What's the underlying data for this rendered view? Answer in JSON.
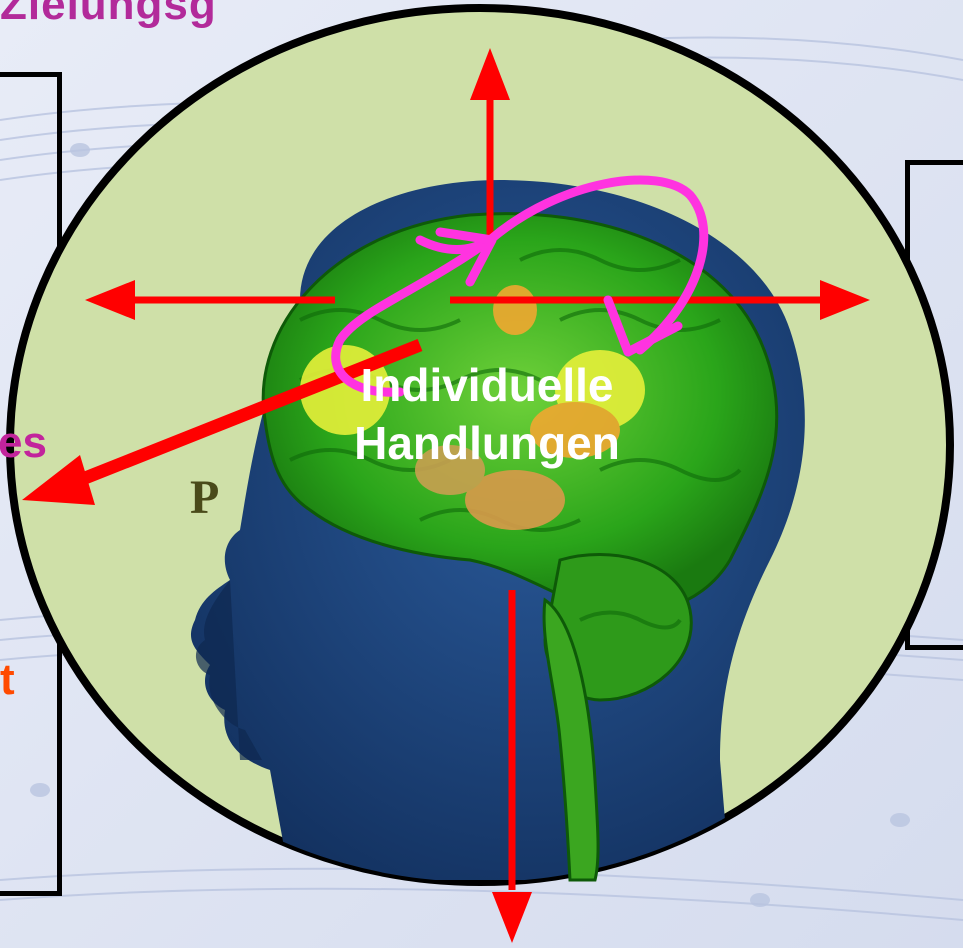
{
  "header": {
    "title_fragment": "Zielungsg"
  },
  "fragments": {
    "left_upper": "es",
    "left_lower": "t",
    "left_serif": "P"
  },
  "center": {
    "line1": "Individuelle",
    "line2": "Handlungen"
  },
  "colors": {
    "circle_fill": "#cfe0a8",
    "head": "#1a3f78",
    "brain": "#33b21a",
    "arrow": "#ff0000",
    "loop": "#ff33e0",
    "title": "#b22a9a"
  },
  "icons": [
    "head-silhouette-icon",
    "brain-icon",
    "music-sheet-background"
  ]
}
